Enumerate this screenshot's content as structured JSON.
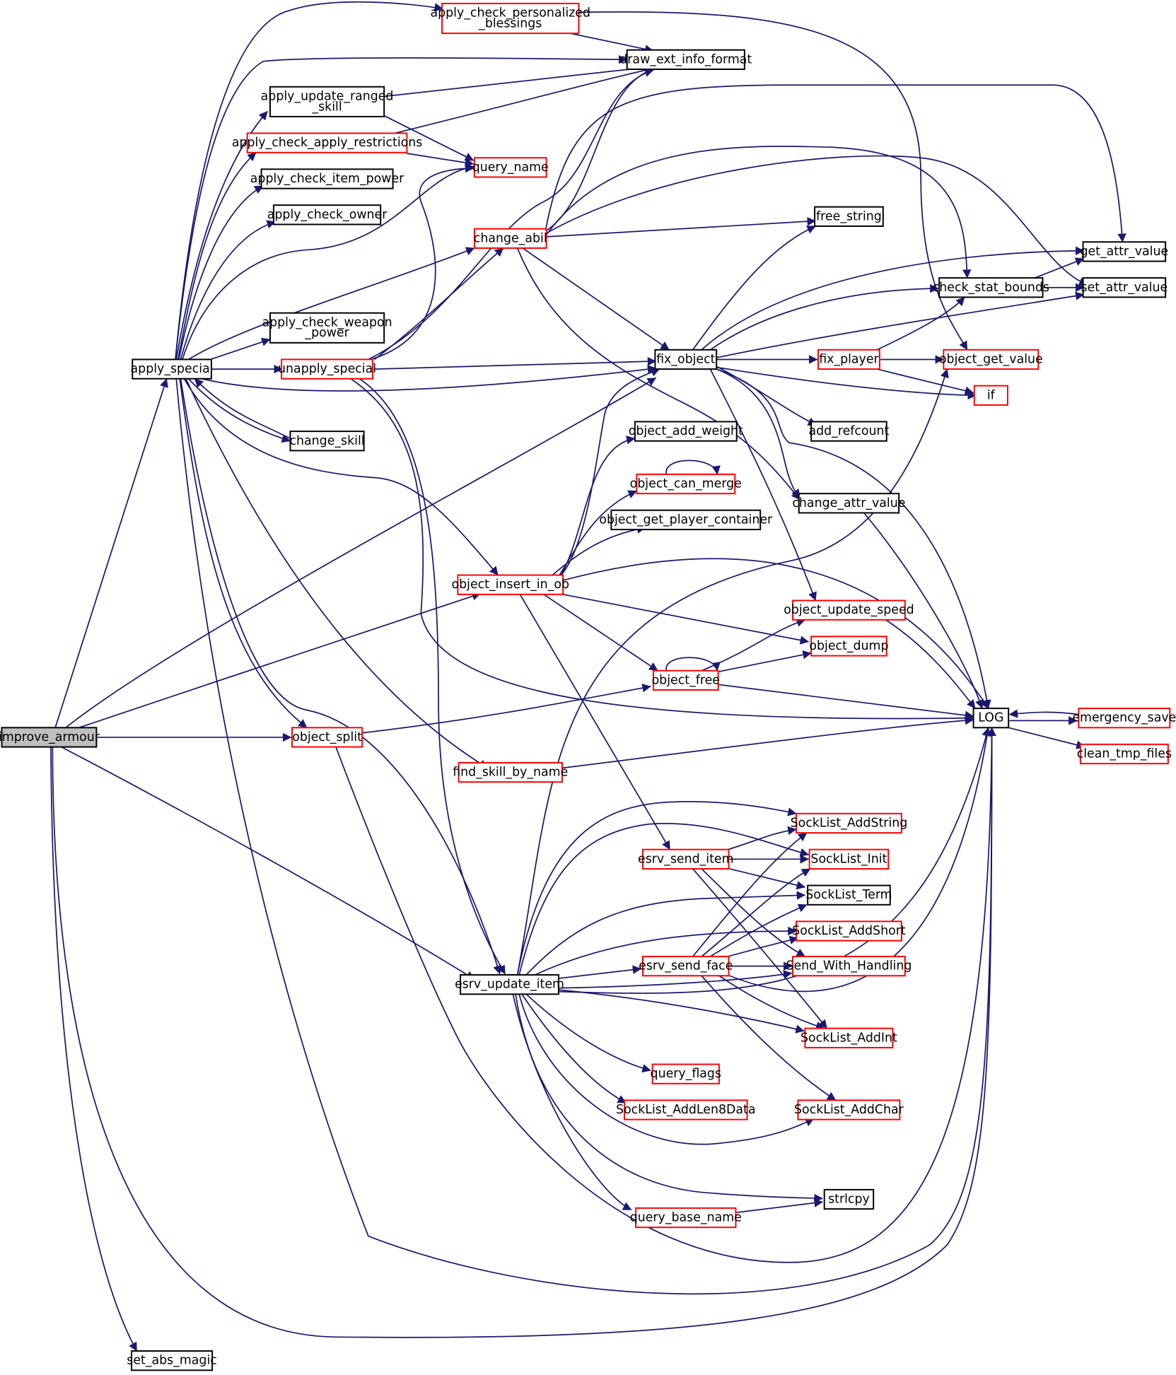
{
  "diagram": {
    "edge_color": "#191970",
    "root_fill": "#bfbfbf",
    "border_colors": {
      "black": "#000000",
      "red": "#ff0000"
    }
  },
  "nodes": {
    "improve_armour": {
      "lines": [
        "improve_armour"
      ],
      "border": "black",
      "root": true
    },
    "apply_special": {
      "lines": [
        "apply_special"
      ],
      "border": "black"
    },
    "set_abs_magic": {
      "lines": [
        "set_abs_magic"
      ],
      "border": "black"
    },
    "apply_check_personalized_blessings": {
      "lines": [
        "apply_check_personalized",
        "_blessings"
      ],
      "border": "red"
    },
    "apply_update_ranged_skill": {
      "lines": [
        "apply_update_ranged",
        "_skill"
      ],
      "border": "black"
    },
    "apply_check_apply_restrictions": {
      "lines": [
        "apply_check_apply_restrictions"
      ],
      "border": "red"
    },
    "apply_check_item_power": {
      "lines": [
        "apply_check_item_power"
      ],
      "border": "black"
    },
    "apply_check_owner": {
      "lines": [
        "apply_check_owner"
      ],
      "border": "black"
    },
    "apply_check_weapon_power": {
      "lines": [
        "apply_check_weapon",
        "_power"
      ],
      "border": "black"
    },
    "unapply_special": {
      "lines": [
        "unapply_special"
      ],
      "border": "red"
    },
    "change_skill": {
      "lines": [
        "change_skill"
      ],
      "border": "black"
    },
    "object_split": {
      "lines": [
        "object_split"
      ],
      "border": "red"
    },
    "esrv_update_item": {
      "lines": [
        "esrv_update_item"
      ],
      "border": "black"
    },
    "draw_ext_info_format": {
      "lines": [
        "draw_ext_info_format"
      ],
      "border": "black"
    },
    "query_name": {
      "lines": [
        "query_name"
      ],
      "border": "red"
    },
    "change_abil": {
      "lines": [
        "change_abil"
      ],
      "border": "red"
    },
    "fix_object": {
      "lines": [
        "fix_object"
      ],
      "border": "black"
    },
    "object_insert_in_ob": {
      "lines": [
        "object_insert_in_ob"
      ],
      "border": "red"
    },
    "find_skill_by_name": {
      "lines": [
        "find_skill_by_name"
      ],
      "border": "red"
    },
    "object_add_weight": {
      "lines": [
        "object_add_weight"
      ],
      "border": "black"
    },
    "object_can_merge": {
      "lines": [
        "object_can_merge"
      ],
      "border": "red"
    },
    "object_get_player_container": {
      "lines": [
        "object_get_player_container"
      ],
      "border": "black"
    },
    "object_free": {
      "lines": [
        "object_free"
      ],
      "border": "red"
    },
    "esrv_send_item": {
      "lines": [
        "esrv_send_item"
      ],
      "border": "red"
    },
    "esrv_send_face": {
      "lines": [
        "esrv_send_face"
      ],
      "border": "red"
    },
    "query_flags": {
      "lines": [
        "query_flags"
      ],
      "border": "red"
    },
    "SockList_AddLen8Data": {
      "lines": [
        "SockList_AddLen8Data"
      ],
      "border": "red"
    },
    "query_base_name": {
      "lines": [
        "query_base_name"
      ],
      "border": "red"
    },
    "free_string": {
      "lines": [
        "free_string"
      ],
      "border": "black"
    },
    "fix_player": {
      "lines": [
        "fix_player"
      ],
      "border": "red"
    },
    "add_refcount": {
      "lines": [
        "add_refcount"
      ],
      "border": "black"
    },
    "change_attr_value": {
      "lines": [
        "change_attr_value"
      ],
      "border": "black"
    },
    "object_update_speed": {
      "lines": [
        "object_update_speed"
      ],
      "border": "red"
    },
    "object_dump": {
      "lines": [
        "object_dump"
      ],
      "border": "red"
    },
    "SockList_AddString": {
      "lines": [
        "SockList_AddString"
      ],
      "border": "red"
    },
    "SockList_Init": {
      "lines": [
        "SockList_Init"
      ],
      "border": "red"
    },
    "SockList_Term": {
      "lines": [
        "SockList_Term"
      ],
      "border": "black"
    },
    "SockList_AddShort": {
      "lines": [
        "SockList_AddShort"
      ],
      "border": "red"
    },
    "Send_With_Handling": {
      "lines": [
        "Send_With_Handling"
      ],
      "border": "red"
    },
    "SockList_AddInt": {
      "lines": [
        "SockList_AddInt"
      ],
      "border": "red"
    },
    "SockList_AddChar": {
      "lines": [
        "SockList_AddChar"
      ],
      "border": "red"
    },
    "strlcpy": {
      "lines": [
        "strlcpy"
      ],
      "border": "black"
    },
    "check_stat_bounds": {
      "lines": [
        "check_stat_bounds"
      ],
      "border": "black"
    },
    "object_get_value": {
      "lines": [
        "object_get_value"
      ],
      "border": "red"
    },
    "if": {
      "lines": [
        "if"
      ],
      "border": "red"
    },
    "LOG": {
      "lines": [
        "LOG"
      ],
      "border": "black"
    },
    "get_attr_value": {
      "lines": [
        "get_attr_value"
      ],
      "border": "black"
    },
    "set_attr_value": {
      "lines": [
        "set_attr_value"
      ],
      "border": "black"
    },
    "emergency_save": {
      "lines": [
        "emergency_save"
      ],
      "border": "red"
    },
    "clean_tmp_files": {
      "lines": [
        "clean_tmp_files"
      ],
      "border": "red"
    }
  },
  "edges": [
    [
      "improve_armour",
      "apply_special"
    ],
    [
      "improve_armour",
      "fix_object"
    ],
    [
      "improve_armour",
      "object_insert_in_ob"
    ],
    [
      "improve_armour",
      "object_split"
    ],
    [
      "improve_armour",
      "esrv_update_item"
    ],
    [
      "improve_armour",
      "LOG"
    ],
    [
      "improve_armour",
      "set_abs_magic"
    ],
    [
      "apply_special",
      "apply_check_personalized_blessings"
    ],
    [
      "apply_special",
      "draw_ext_info_format"
    ],
    [
      "apply_special",
      "apply_update_ranged_skill"
    ],
    [
      "apply_special",
      "apply_check_apply_restrictions"
    ],
    [
      "apply_special",
      "apply_check_item_power"
    ],
    [
      "apply_special",
      "apply_check_owner"
    ],
    [
      "apply_special",
      "query_name"
    ],
    [
      "apply_special",
      "change_abil"
    ],
    [
      "apply_special",
      "apply_check_weapon_power"
    ],
    [
      "apply_special",
      "unapply_special"
    ],
    [
      "apply_special",
      "fix_object"
    ],
    [
      "apply_special",
      "change_skill"
    ],
    [
      "apply_special",
      "object_insert_in_ob"
    ],
    [
      "apply_special",
      "find_skill_by_name"
    ],
    [
      "apply_special",
      "object_split"
    ],
    [
      "apply_special",
      "esrv_update_item"
    ],
    [
      "apply_special",
      "LOG"
    ],
    [
      "change_skill",
      "apply_special"
    ],
    [
      "apply_check_personalized_blessings",
      "draw_ext_info_format"
    ],
    [
      "apply_check_personalized_blessings",
      "object_get_value"
    ],
    [
      "apply_update_ranged_skill",
      "draw_ext_info_format"
    ],
    [
      "apply_update_ranged_skill",
      "query_name"
    ],
    [
      "apply_check_apply_restrictions",
      "draw_ext_info_format"
    ],
    [
      "apply_check_apply_restrictions",
      "query_name"
    ],
    [
      "unapply_special",
      "draw_ext_info_format"
    ],
    [
      "unapply_special",
      "query_name"
    ],
    [
      "unapply_special",
      "change_abil"
    ],
    [
      "unapply_special",
      "fix_object"
    ],
    [
      "unapply_special",
      "esrv_update_item"
    ],
    [
      "unapply_special",
      "LOG"
    ],
    [
      "change_abil",
      "draw_ext_info_format"
    ],
    [
      "change_abil",
      "get_attr_value"
    ],
    [
      "change_abil",
      "check_stat_bounds"
    ],
    [
      "change_abil",
      "set_attr_value"
    ],
    [
      "change_abil",
      "free_string"
    ],
    [
      "change_abil",
      "fix_object"
    ],
    [
      "change_abil",
      "change_attr_value"
    ],
    [
      "fix_object",
      "free_string"
    ],
    [
      "fix_object",
      "get_attr_value"
    ],
    [
      "fix_object",
      "check_stat_bounds"
    ],
    [
      "fix_object",
      "set_attr_value"
    ],
    [
      "fix_object",
      "fix_player"
    ],
    [
      "fix_object",
      "if"
    ],
    [
      "fix_object",
      "add_refcount"
    ],
    [
      "fix_object",
      "change_attr_value"
    ],
    [
      "fix_object",
      "object_update_speed"
    ],
    [
      "fix_object",
      "LOG"
    ],
    [
      "fix_player",
      "check_stat_bounds"
    ],
    [
      "fix_player",
      "object_get_value"
    ],
    [
      "fix_player",
      "if"
    ],
    [
      "check_stat_bounds",
      "get_attr_value"
    ],
    [
      "check_stat_bounds",
      "set_attr_value"
    ],
    [
      "object_insert_in_ob",
      "fix_object"
    ],
    [
      "object_insert_in_ob",
      "object_add_weight"
    ],
    [
      "object_insert_in_ob",
      "object_can_merge"
    ],
    [
      "object_insert_in_ob",
      "object_get_player_container"
    ],
    [
      "object_insert_in_ob",
      "object_free"
    ],
    [
      "object_insert_in_ob",
      "object_dump"
    ],
    [
      "object_insert_in_ob",
      "esrv_send_item"
    ],
    [
      "object_insert_in_ob",
      "LOG"
    ],
    [
      "object_can_merge",
      "object_can_merge"
    ],
    [
      "object_free",
      "object_free"
    ],
    [
      "object_free",
      "object_update_speed"
    ],
    [
      "object_free",
      "object_dump"
    ],
    [
      "object_free",
      "LOG"
    ],
    [
      "object_split",
      "object_free"
    ],
    [
      "object_split",
      "LOG"
    ],
    [
      "find_skill_by_name",
      "LOG"
    ],
    [
      "change_attr_value",
      "LOG"
    ],
    [
      "object_update_speed",
      "LOG"
    ],
    [
      "esrv_update_item",
      "object_get_value"
    ],
    [
      "esrv_update_item",
      "SockList_AddString"
    ],
    [
      "esrv_update_item",
      "SockList_Init"
    ],
    [
      "esrv_update_item",
      "SockList_Term"
    ],
    [
      "esrv_update_item",
      "SockList_AddShort"
    ],
    [
      "esrv_update_item",
      "esrv_send_face"
    ],
    [
      "esrv_update_item",
      "Send_With_Handling"
    ],
    [
      "esrv_update_item",
      "SockList_AddInt"
    ],
    [
      "esrv_update_item",
      "query_flags"
    ],
    [
      "esrv_update_item",
      "SockList_AddLen8Data"
    ],
    [
      "esrv_update_item",
      "SockList_AddChar"
    ],
    [
      "esrv_update_item",
      "strlcpy"
    ],
    [
      "esrv_update_item",
      "query_base_name"
    ],
    [
      "esrv_update_item",
      "LOG"
    ],
    [
      "esrv_send_item",
      "SockList_AddString"
    ],
    [
      "esrv_send_item",
      "SockList_Init"
    ],
    [
      "esrv_send_item",
      "SockList_Term"
    ],
    [
      "esrv_send_item",
      "Send_With_Handling"
    ],
    [
      "esrv_send_item",
      "SockList_AddInt"
    ],
    [
      "esrv_send_face",
      "SockList_AddString"
    ],
    [
      "esrv_send_face",
      "SockList_Init"
    ],
    [
      "esrv_send_face",
      "SockList_Term"
    ],
    [
      "esrv_send_face",
      "SockList_AddShort"
    ],
    [
      "esrv_send_face",
      "Send_With_Handling"
    ],
    [
      "esrv_send_face",
      "SockList_AddInt"
    ],
    [
      "esrv_send_face",
      "SockList_AddChar"
    ],
    [
      "esrv_send_face",
      "LOG"
    ],
    [
      "query_base_name",
      "strlcpy"
    ],
    [
      "LOG",
      "emergency_save"
    ],
    [
      "LOG",
      "clean_tmp_files"
    ],
    [
      "emergency_save",
      "LOG"
    ]
  ]
}
